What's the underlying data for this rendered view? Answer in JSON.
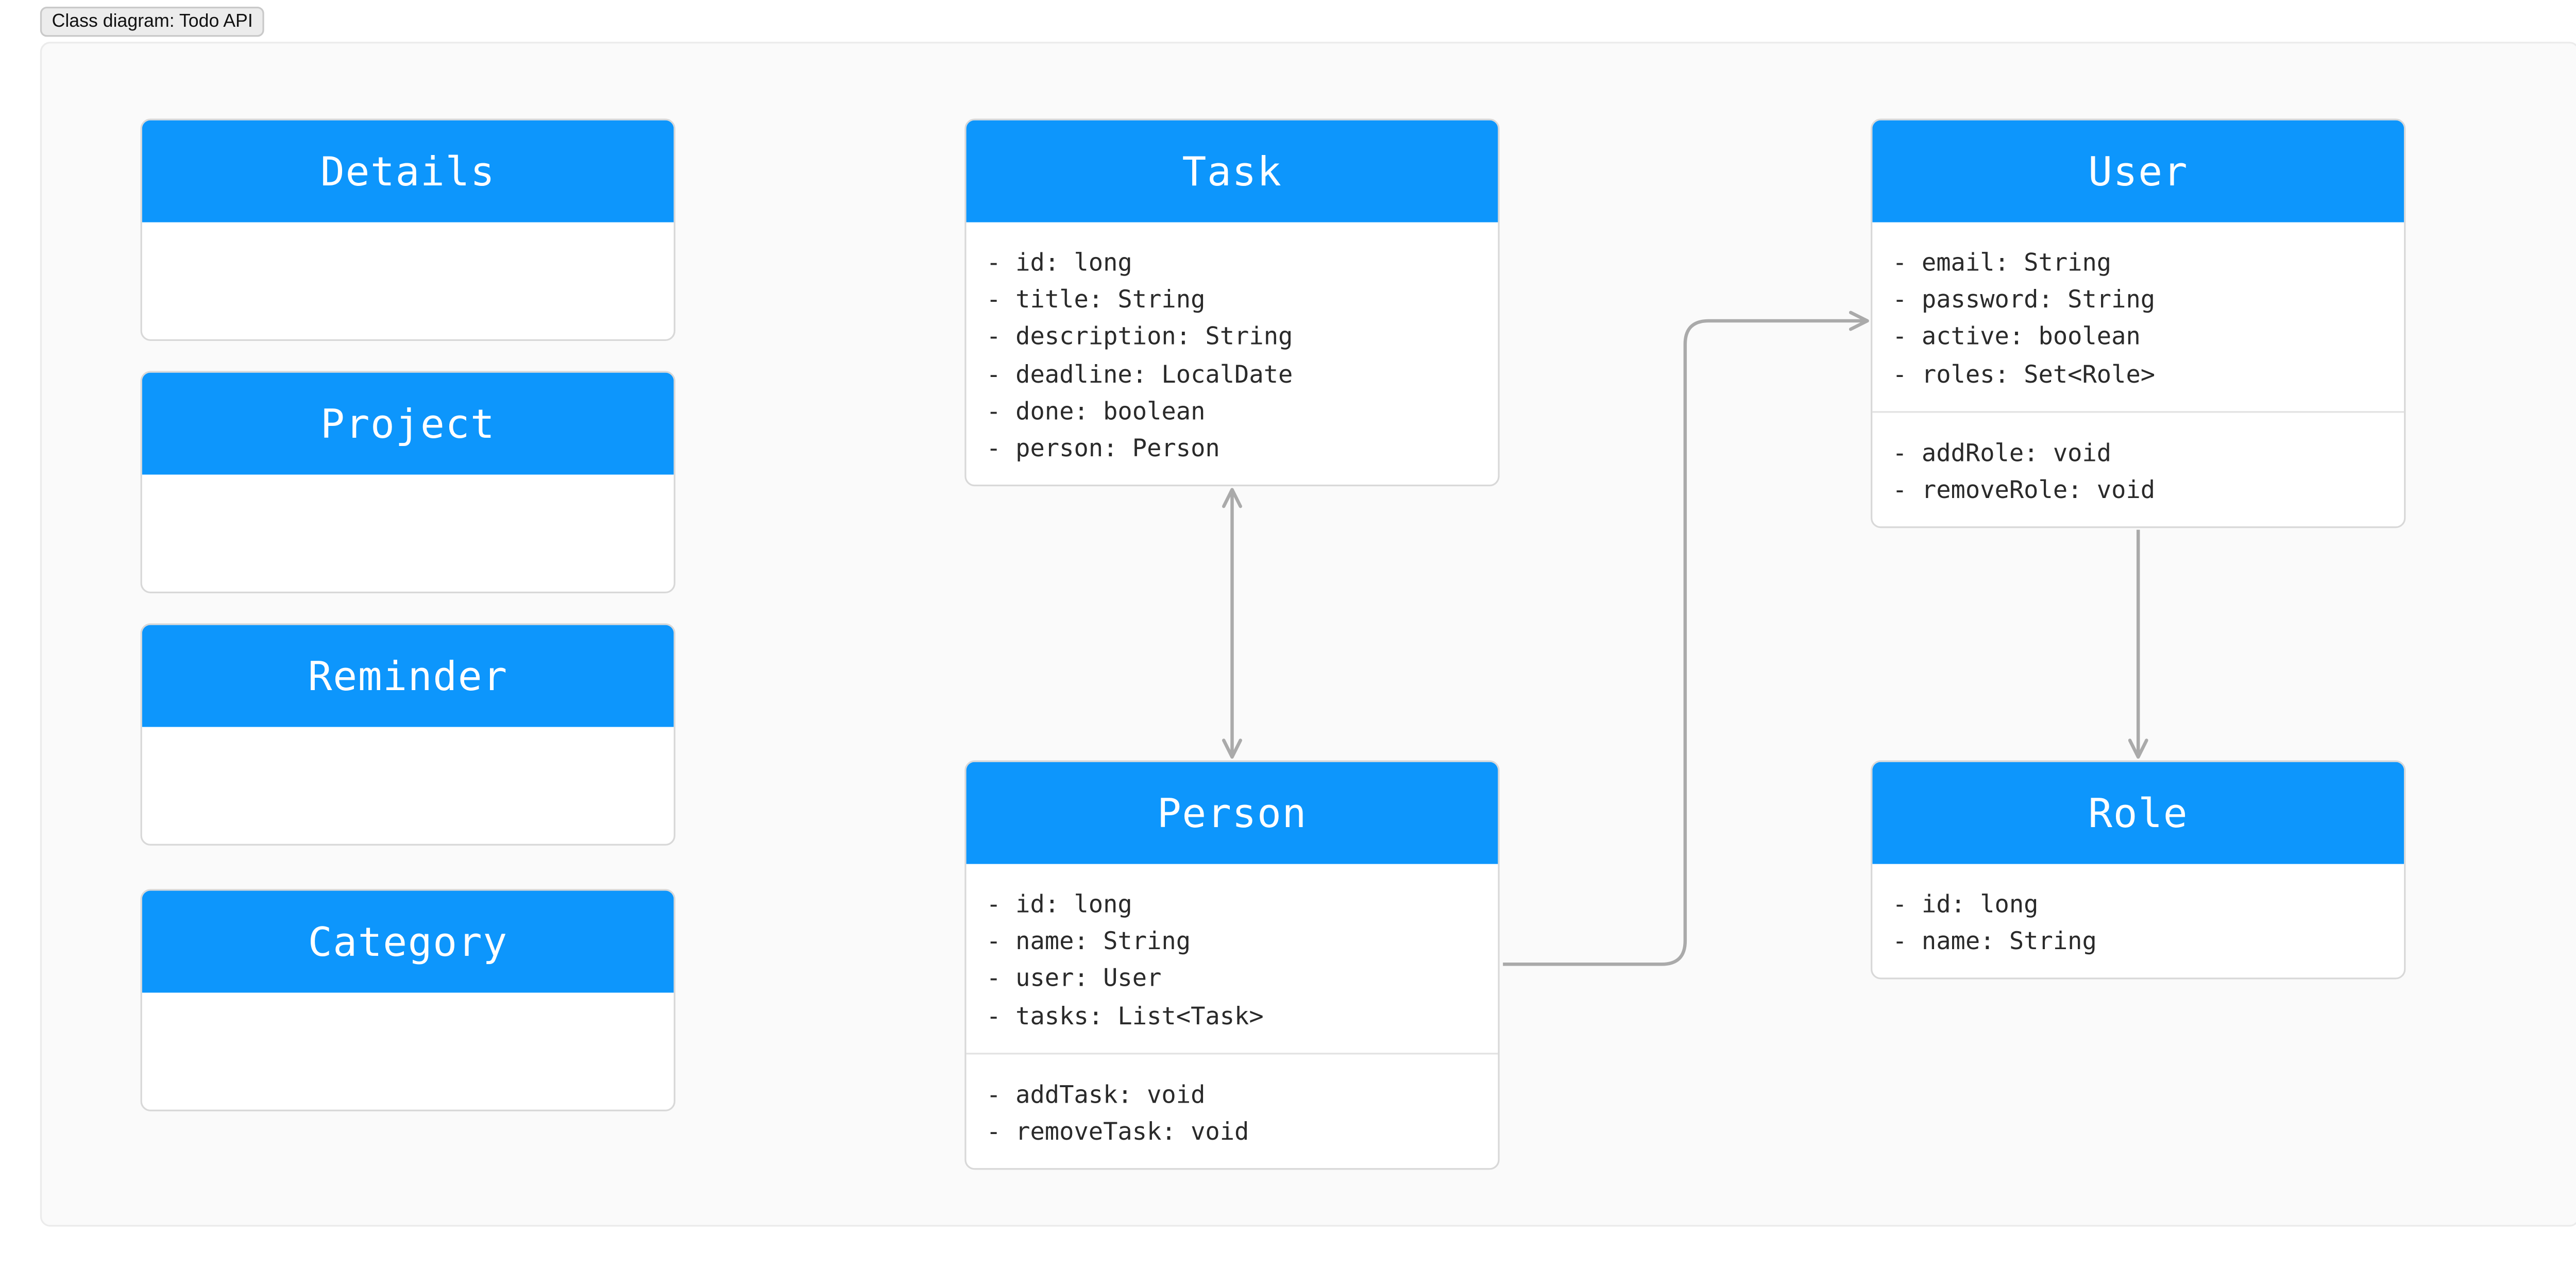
{
  "tab_label": "Class diagram: Todo API",
  "colors": {
    "header": "#0d96fc",
    "connector": "#aaaaaa",
    "canvas": "#fafafa"
  },
  "classes": {
    "details": {
      "name": "Details"
    },
    "project": {
      "name": "Project"
    },
    "reminder": {
      "name": "Reminder"
    },
    "category": {
      "name": "Category"
    },
    "task": {
      "name": "Task",
      "attributes": [
        "- id: long",
        "- title: String",
        "- description: String",
        "- deadline: LocalDate",
        "- done: boolean",
        "- person: Person"
      ]
    },
    "person": {
      "name": "Person",
      "attributes": [
        "- id: long",
        "- name: String",
        "- user: User",
        "- tasks: List<Task>"
      ],
      "methods": [
        "- addTask: void",
        "- removeTask: void"
      ]
    },
    "user": {
      "name": "User",
      "attributes": [
        "- email: String",
        "- password: String",
        "- active: boolean",
        "- roles: Set<Role>"
      ],
      "methods": [
        "- addRole: void",
        "- removeRole: void"
      ]
    },
    "role": {
      "name": "Role",
      "attributes": [
        "- id: long",
        "- name: String"
      ]
    }
  },
  "relations": [
    {
      "from": "Task",
      "to": "Person",
      "arrows": "both"
    },
    {
      "from": "Person",
      "to": "User",
      "arrows": "end"
    },
    {
      "from": "User",
      "to": "Role",
      "arrows": "end"
    }
  ]
}
